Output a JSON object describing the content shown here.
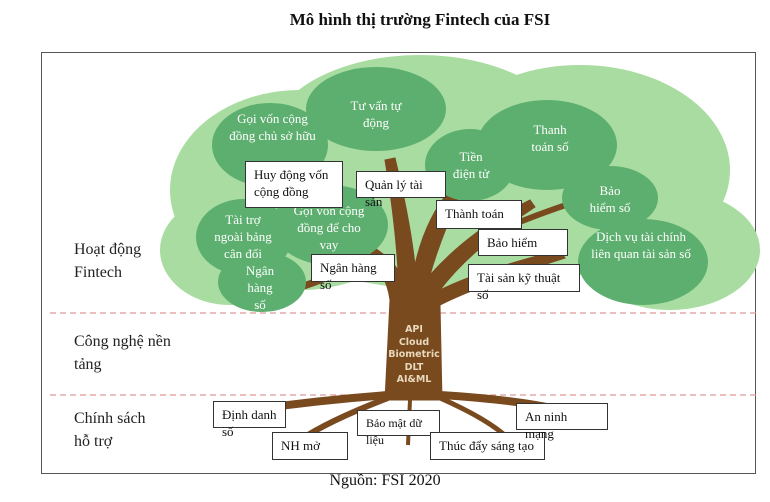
{
  "title": "Mô hình thị trường Fintech của FSI",
  "source": "Nguồn: FSI 2020",
  "colors": {
    "canopy_light": "#a9dca0",
    "leaf_dark": "#5daf6f",
    "trunk": "#7a4a1f"
  },
  "layers": [
    {
      "label": "Hoạt động Fintech"
    },
    {
      "label": "Công nghệ nền tảng"
    },
    {
      "label": "Chính sách hỗ trợ"
    }
  ],
  "leaves": [
    "Gọi vốn cộng đồng chủ sở hữu",
    "Tư vấn tự động",
    "Tiền điện tử",
    "Thanh toán số",
    "Bảo hiểm số",
    "Dịch vụ tài chính liên quan tài sản số",
    "Tài trợ ngoài bảng cân đối",
    "Gọi vốn cộng đồng để cho vay",
    "Ngân hàng số"
  ],
  "branch_boxes": [
    "Huy động vốn cộng đồng",
    "Quản lý tài sản",
    "Thành toán",
    "Bảo hiểm",
    "Tài sản kỹ thuật số",
    "Ngân hàng số"
  ],
  "technologies": [
    "API",
    "Cloud",
    "Biometric",
    "DLT",
    "AI&ML"
  ],
  "policies": [
    "Định danh số",
    "NH mở",
    "Bảo mật dữ liệu",
    "Thúc đẩy sáng tạo",
    "An ninh mạng"
  ]
}
